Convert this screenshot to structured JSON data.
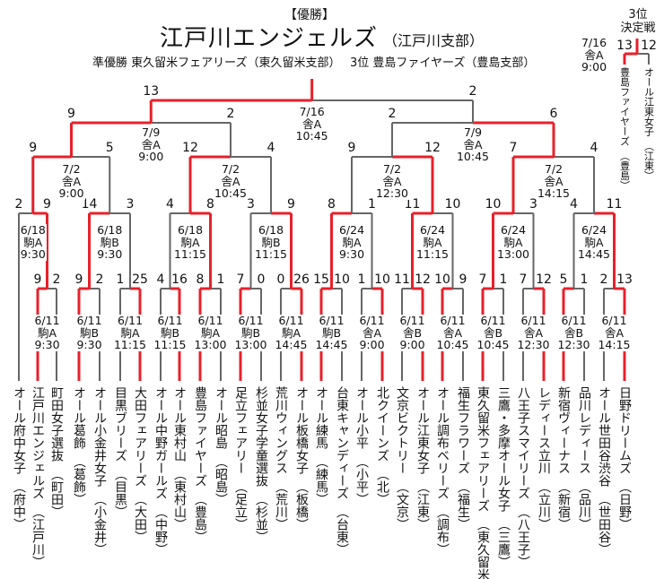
{
  "header": {
    "champion_tag": "【優勝】",
    "champion_name": "江戸川エンジェルズ",
    "champion_branch": "（江戸川支部）",
    "runner_up": "準優勝 東久留米フェアリーズ（東久留米支部）",
    "third_place": "3位 豊島ファイヤーズ（豊島支部）"
  },
  "colors": {
    "winner_line": "#e8202a",
    "loser_line": "#666666"
  },
  "teams": [
    {
      "name": "オール府中女子",
      "branch": "（府中）"
    },
    {
      "name": "江戸川エンジェルズ",
      "branch": "（江戸川）"
    },
    {
      "name": "町田女子選抜",
      "branch": "（町田）"
    },
    {
      "name": "オール葛飾",
      "branch": "（葛飾）"
    },
    {
      "name": "オール小金井女子",
      "branch": "（小金井）"
    },
    {
      "name": "目黒ブリーズ",
      "branch": "（目黒）"
    },
    {
      "name": "大田フェアリーズ",
      "branch": "（大田）"
    },
    {
      "name": "オール中野ガールズ",
      "branch": "（中野）"
    },
    {
      "name": "オール東村山",
      "branch": "（東村山）"
    },
    {
      "name": "豊島ファイヤーズ",
      "branch": "（豊島）"
    },
    {
      "name": "オール昭島",
      "branch": "（昭島）"
    },
    {
      "name": "足立フェアリー",
      "branch": "（足立）"
    },
    {
      "name": "杉並女子学童選抜",
      "branch": "（杉並）"
    },
    {
      "name": "荒川ウィングス",
      "branch": "（荒川）"
    },
    {
      "name": "オール板橋女子",
      "branch": "（板橋）"
    },
    {
      "name": "オール練馬",
      "branch": "（練馬）"
    },
    {
      "name": "台東キャンディーズ",
      "branch": "（台東）"
    },
    {
      "name": "オール小平",
      "branch": "（小平）"
    },
    {
      "name": "北クイーンズ",
      "branch": "（北）"
    },
    {
      "name": "文京ビクトリー",
      "branch": "（文京）"
    },
    {
      "name": "オール江東女子",
      "branch": "（江東）"
    },
    {
      "name": "オール調布ベリーズ",
      "branch": "（調布）"
    },
    {
      "name": "福生フラワーズ",
      "branch": "（福生）"
    },
    {
      "name": "東久留米フェアリーズ",
      "branch": "（東久留米）"
    },
    {
      "name": "三鷹・多摩オール女子",
      "branch": "（三鷹）"
    },
    {
      "name": "八王子スマイリーズ",
      "branch": "（八王子）"
    },
    {
      "name": "レディース立川",
      "branch": "（立川）"
    },
    {
      "name": "新宿ヴィーナス",
      "branch": "（新宿）"
    },
    {
      "name": "品川レディース",
      "branch": "（品川）"
    },
    {
      "name": "オール世田谷渋谷",
      "branch": "（世田谷）"
    },
    {
      "name": "日野ドリームズ",
      "branch": "（日野）"
    }
  ],
  "rounds": {
    "round1": [
      {
        "date": "6/11",
        "venue": "駒A",
        "time": "9:30",
        "scores": [
          9,
          2
        ]
      },
      {
        "date": "6/11",
        "venue": "駒B",
        "time": "9:30",
        "scores": [
          9,
          2
        ]
      },
      {
        "date": "6/11",
        "venue": "駒A",
        "time": "11:15",
        "scores": [
          1,
          25
        ]
      },
      {
        "date": "6/11",
        "venue": "駒B",
        "time": "11:15",
        "scores": [
          4,
          16
        ]
      },
      {
        "date": "6/11",
        "venue": "駒A",
        "time": "13:00",
        "scores": [
          8,
          1
        ]
      },
      {
        "date": "6/11",
        "venue": "駒B",
        "time": "13:00",
        "scores": [
          7,
          0
        ]
      },
      {
        "date": "6/11",
        "venue": "駒A",
        "time": "14:45",
        "scores": [
          0,
          26
        ]
      },
      {
        "date": "6/11",
        "venue": "駒B",
        "time": "14:45",
        "scores": [
          15,
          10
        ]
      },
      {
        "date": "6/11",
        "venue": "舎A",
        "time": "9:00",
        "scores": [
          1,
          10
        ]
      },
      {
        "date": "6/11",
        "venue": "舎B",
        "time": "9:00",
        "scores": [
          11,
          12
        ]
      },
      {
        "date": "6/11",
        "venue": "舎A",
        "time": "10:45",
        "scores": [
          10,
          9
        ]
      },
      {
        "date": "6/11",
        "venue": "舎B",
        "time": "10:45",
        "scores": [
          7,
          1
        ]
      },
      {
        "date": "6/11",
        "venue": "舎A",
        "time": "12:30",
        "scores": [
          7,
          12
        ]
      },
      {
        "date": "6/11",
        "venue": "舎B",
        "time": "12:30",
        "scores": [
          5,
          1
        ]
      },
      {
        "date": "6/11",
        "venue": "舎A",
        "time": "14:15",
        "scores": [
          2,
          13
        ]
      }
    ],
    "round2": [
      {
        "date": "6/18",
        "venue": "駒A",
        "time": "9:30",
        "scores": [
          2,
          9
        ]
      },
      {
        "date": "6/18",
        "venue": "駒B",
        "time": "9:30",
        "scores": [
          14,
          3
        ]
      },
      {
        "date": "6/18",
        "venue": "駒A",
        "time": "11:15",
        "scores": [
          4,
          8
        ]
      },
      {
        "date": "6/18",
        "venue": "駒B",
        "time": "11:15",
        "scores": [
          3,
          9
        ]
      },
      {
        "date": "6/24",
        "venue": "駒A",
        "time": "9:30",
        "scores": [
          8,
          1
        ]
      },
      {
        "date": "6/24",
        "venue": "駒A",
        "time": "11:15",
        "scores": [
          11,
          10
        ]
      },
      {
        "date": "6/24",
        "venue": "駒A",
        "time": "13:00",
        "scores": [
          10,
          3
        ]
      },
      {
        "date": "6/24",
        "venue": "駒A",
        "time": "14:45",
        "scores": [
          4,
          11
        ]
      }
    ],
    "quarterfinal": [
      {
        "date": "7/2",
        "venue": "舎A",
        "time": "9:00",
        "scores": [
          9,
          5
        ]
      },
      {
        "date": "7/2",
        "venue": "舎A",
        "time": "10:45",
        "scores": [
          12,
          4
        ]
      },
      {
        "date": "7/2",
        "venue": "舎A",
        "time": "12:30",
        "scores": [
          9,
          12
        ]
      },
      {
        "date": "7/2",
        "venue": "舎A",
        "time": "14:15",
        "scores": [
          7,
          4
        ]
      }
    ],
    "semifinal": [
      {
        "date": "7/9",
        "venue": "舎A",
        "time": "9:00",
        "scores": [
          9,
          2
        ]
      },
      {
        "date": "7/9",
        "venue": "舎A",
        "time": "10:45",
        "scores": [
          2,
          6
        ]
      }
    ],
    "final": [
      {
        "date": "7/16",
        "venue": "舎A",
        "time": "10:45",
        "scores": [
          13,
          2
        ]
      }
    ]
  },
  "third_place_match": {
    "title_line1": "3位",
    "title_line2": "決定戦",
    "date": "7/16",
    "venue": "舎A",
    "time": "9:00",
    "scores": [
      13,
      12
    ],
    "teams": [
      {
        "name": "豊島ファイヤーズ",
        "branch": "（豊島）"
      },
      {
        "name": "オール江東女子",
        "branch": "（江東）"
      }
    ]
  }
}
